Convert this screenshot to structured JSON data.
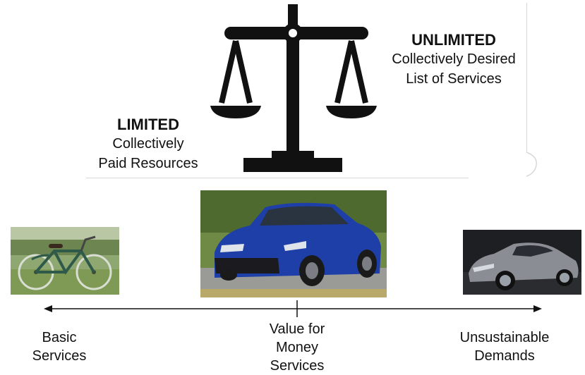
{
  "scale": {
    "icon": "balance-scale-icon",
    "limited": {
      "heading": "LIMITED",
      "line1": "Collectively",
      "line2": "Paid Resources"
    },
    "unlimited": {
      "heading": "UNLIMITED",
      "line1": "Collectively Desired",
      "line2": "List of Services"
    }
  },
  "photos": {
    "bike": "vintage-bicycle-photo",
    "car": "blue-sedan-photo",
    "sportscar": "grey-sports-car-photo"
  },
  "spectrum": {
    "left": {
      "line1": "Basic",
      "line2": "Services"
    },
    "middle": {
      "line1": "Value for",
      "line2": "Money",
      "line3": "Services"
    },
    "right": {
      "line1": "Unsustainable",
      "line2": "Demands"
    }
  },
  "colors": {
    "ink": "#111111",
    "divider": "#d8d8d8",
    "car_blue": "#1f3fa8"
  }
}
